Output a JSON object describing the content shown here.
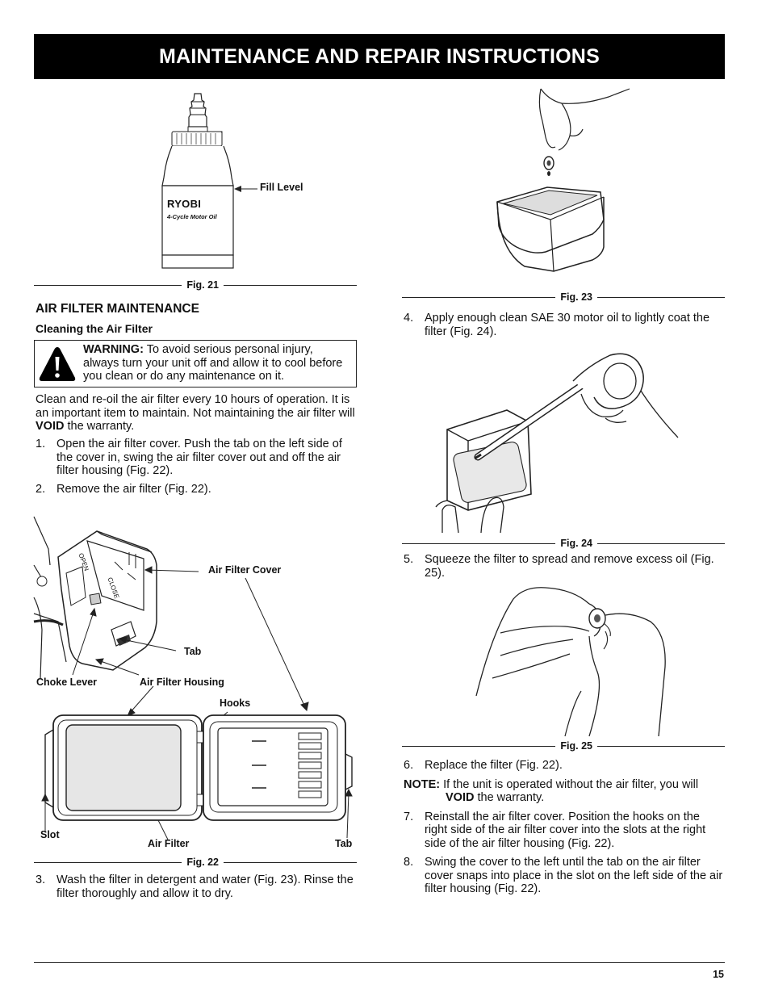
{
  "header": {
    "title": "MAINTENANCE AND REPAIR INSTRUCTIONS"
  },
  "fig21": {
    "caption": "Fig. 21",
    "callout_fill_level": "Fill Level",
    "bottle_brand": "RYOBI",
    "bottle_label": "4-Cycle Motor Oil"
  },
  "left": {
    "section_title": "AIR FILTER MAINTENANCE",
    "subsection_title": "Cleaning the Air Filter",
    "warning": {
      "label": "WARNING:",
      "text": " To avoid serious personal injury, always turn your unit off and allow it to cool before you clean or do any maintenance on it."
    },
    "intro_a": "Clean and re-oil the air filter every 10 hours of operation. It is an important item to maintain. Not maintaining the air filter will ",
    "intro_bold": "VOID",
    "intro_b": " the warranty.",
    "steps": [
      {
        "num": "1.",
        "text": "Open the air filter cover. Push the tab on the left side of the cover in, swing the air filter cover out and off the air filter housing (Fig. 22)."
      },
      {
        "num": "2.",
        "text": "Remove the air filter (Fig. 22)."
      }
    ],
    "step3": {
      "num": "3.",
      "text": "Wash the filter in detergent and water (Fig. 23). Rinse the filter thoroughly and allow it to dry."
    }
  },
  "fig22": {
    "caption": "Fig. 22",
    "labels": {
      "air_filter_cover": "Air Filter Cover",
      "tab_top": "Tab",
      "choke_lever": "Choke Lever",
      "air_filter_housing": "Air Filter Housing",
      "hooks": "Hooks",
      "slot": "Slot",
      "air_filter": "Air Filter",
      "tab_bottom": "Tab"
    },
    "cover_markings": {
      "open": "OPEN",
      "close": "CLOSE"
    }
  },
  "fig23": {
    "caption": "Fig. 23"
  },
  "right": {
    "step4": {
      "num": "4.",
      "text": "Apply enough clean SAE 30 motor oil to lightly coat the filter (Fig. 24)."
    },
    "step5": {
      "num": "5.",
      "text": "Squeeze the filter to spread and remove excess oil (Fig. 25)."
    },
    "step6": {
      "num": "6.",
      "text": "Replace the filter (Fig. 22)."
    },
    "note": {
      "label": "NOTE:",
      "text_a": " If the unit is operated without the air filter, you will ",
      "bold": "VOID",
      "text_b": " the warranty."
    },
    "step7": {
      "num": "7.",
      "text": "Reinstall the air filter cover. Position the hooks on the right side of the air filter cover into the slots at the right side of the air filter housing (Fig. 22)."
    },
    "step8": {
      "num": "8.",
      "text": "Swing the cover to the left until the tab on the air filter cover snaps into place in the slot on the left side of the air filter housing (Fig. 22)."
    }
  },
  "fig24": {
    "caption": "Fig. 24"
  },
  "fig25": {
    "caption": "Fig. 25"
  },
  "footer": {
    "page_number": "15"
  }
}
